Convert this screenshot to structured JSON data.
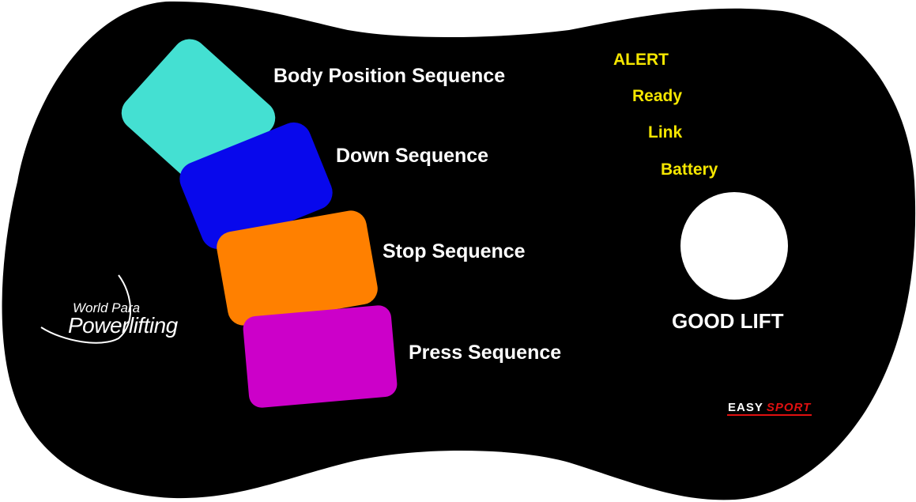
{
  "buttons": [
    {
      "label": "Body Position Sequence",
      "color": "#44e0d2"
    },
    {
      "label": "Down Sequence",
      "color": "#0808ec"
    },
    {
      "label": "Stop Sequence",
      "color": "#ff8000"
    },
    {
      "label": "Press Sequence",
      "color": "#cc00c9"
    }
  ],
  "status": {
    "alert": "ALERT",
    "ready": "Ready",
    "link": "Link",
    "battery": "Battery",
    "color": "#f5e600"
  },
  "good_lift": {
    "label": "GOOD LIFT"
  },
  "logo": {
    "line1": "World Para",
    "line2": "Powerlifting"
  },
  "brand": {
    "part1": "EASY",
    "part2": "SPORT",
    "accent": "#e01010"
  },
  "icons": {
    "logo_swoosh": "swoosh-icon",
    "good_lift_button": "white-circle"
  },
  "panel_color": "#000000"
}
